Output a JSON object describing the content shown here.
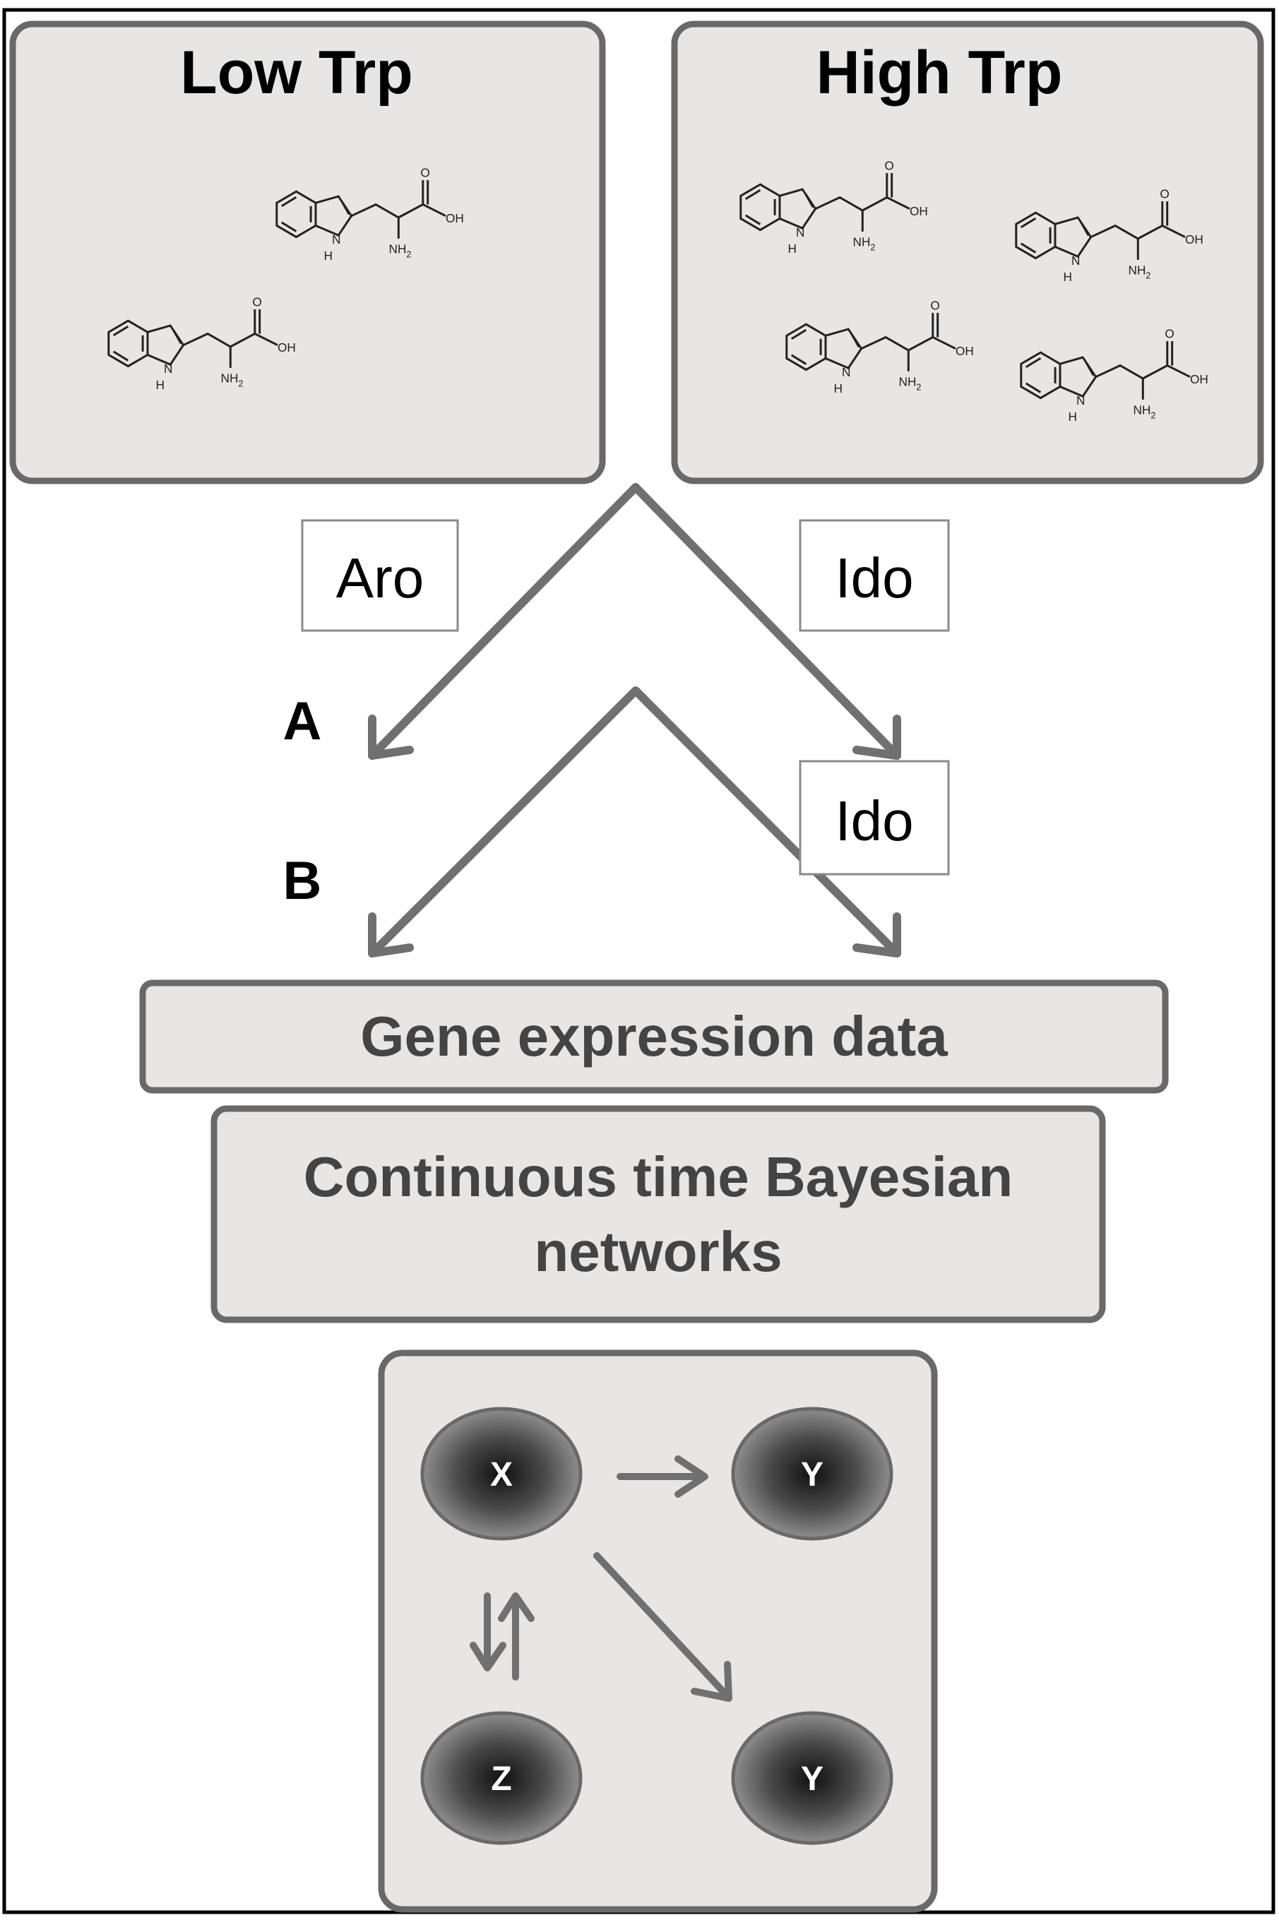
{
  "panels": {
    "low_title": "Low Trp",
    "high_title": "High Trp"
  },
  "molecule_labels": {
    "oxygen": "O",
    "hydroxyl": "OH",
    "amine": "NH",
    "amine_sub": "2",
    "ring_nh": "N",
    "ring_h": "H"
  },
  "enzymes": {
    "aro": "Aro",
    "ido_top": "Ido",
    "ido_bottom": "Ido"
  },
  "paths": {
    "a": "A",
    "b": "B"
  },
  "boxes": {
    "gene_expression": "Gene expression data",
    "ctbn_line1": "Continuous time Bayesian",
    "ctbn_line2": "networks"
  },
  "network": {
    "nodes": [
      "X",
      "Y",
      "Z",
      "Y"
    ]
  },
  "colors": {
    "panel_fill": "#e8e6e5",
    "panel_stroke": "#6a6868",
    "arrow": "#717070",
    "text_dark": "#444444"
  }
}
